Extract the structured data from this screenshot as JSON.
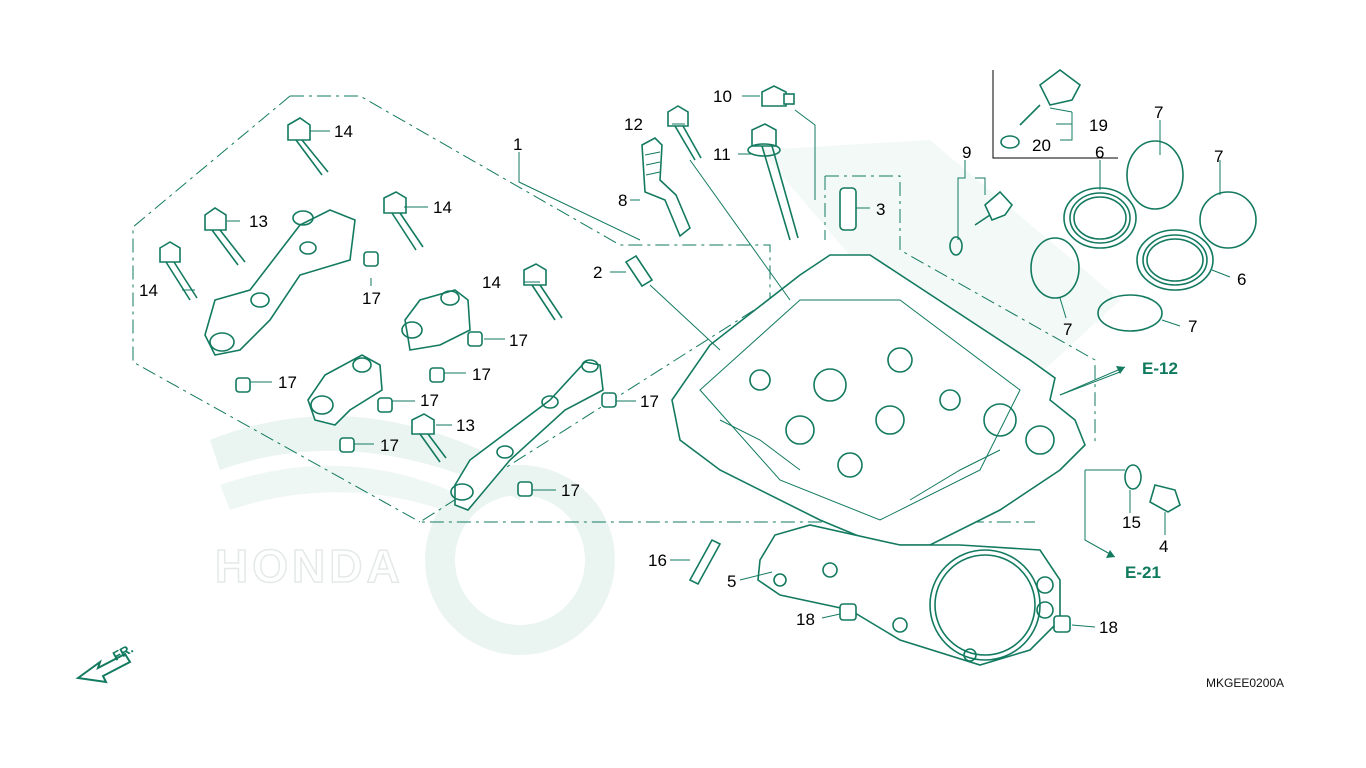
{
  "diagram_code": "MKGEE0200A",
  "watermark_text": "HONDA",
  "direction_indicator": "FR.",
  "references": {
    "upper": "E-12",
    "lower": "E-21"
  },
  "callouts": {
    "c1": "1",
    "c2": "2",
    "c3": "3",
    "c4": "4",
    "c5": "5",
    "c6a": "6",
    "c6b": "6",
    "c7a": "7",
    "c7b": "7",
    "c7c": "7",
    "c7d": "7",
    "c8": "8",
    "c9": "9",
    "c10": "10",
    "c11": "11",
    "c12": "12",
    "c13a": "13",
    "c13b": "13",
    "c14a": "14",
    "c14b": "14",
    "c14c": "14",
    "c14d": "14",
    "c15": "15",
    "c16": "16",
    "c17a": "17",
    "c17b": "17",
    "c17c": "17",
    "c17d": "17",
    "c17e": "17",
    "c17f": "17",
    "c17g": "17",
    "c17h": "17",
    "c18a": "18",
    "c18b": "18",
    "c19": "19",
    "c20": "20"
  },
  "colors": {
    "line": "#137a60",
    "watermark": "#d9ede6",
    "text": "#000000"
  }
}
